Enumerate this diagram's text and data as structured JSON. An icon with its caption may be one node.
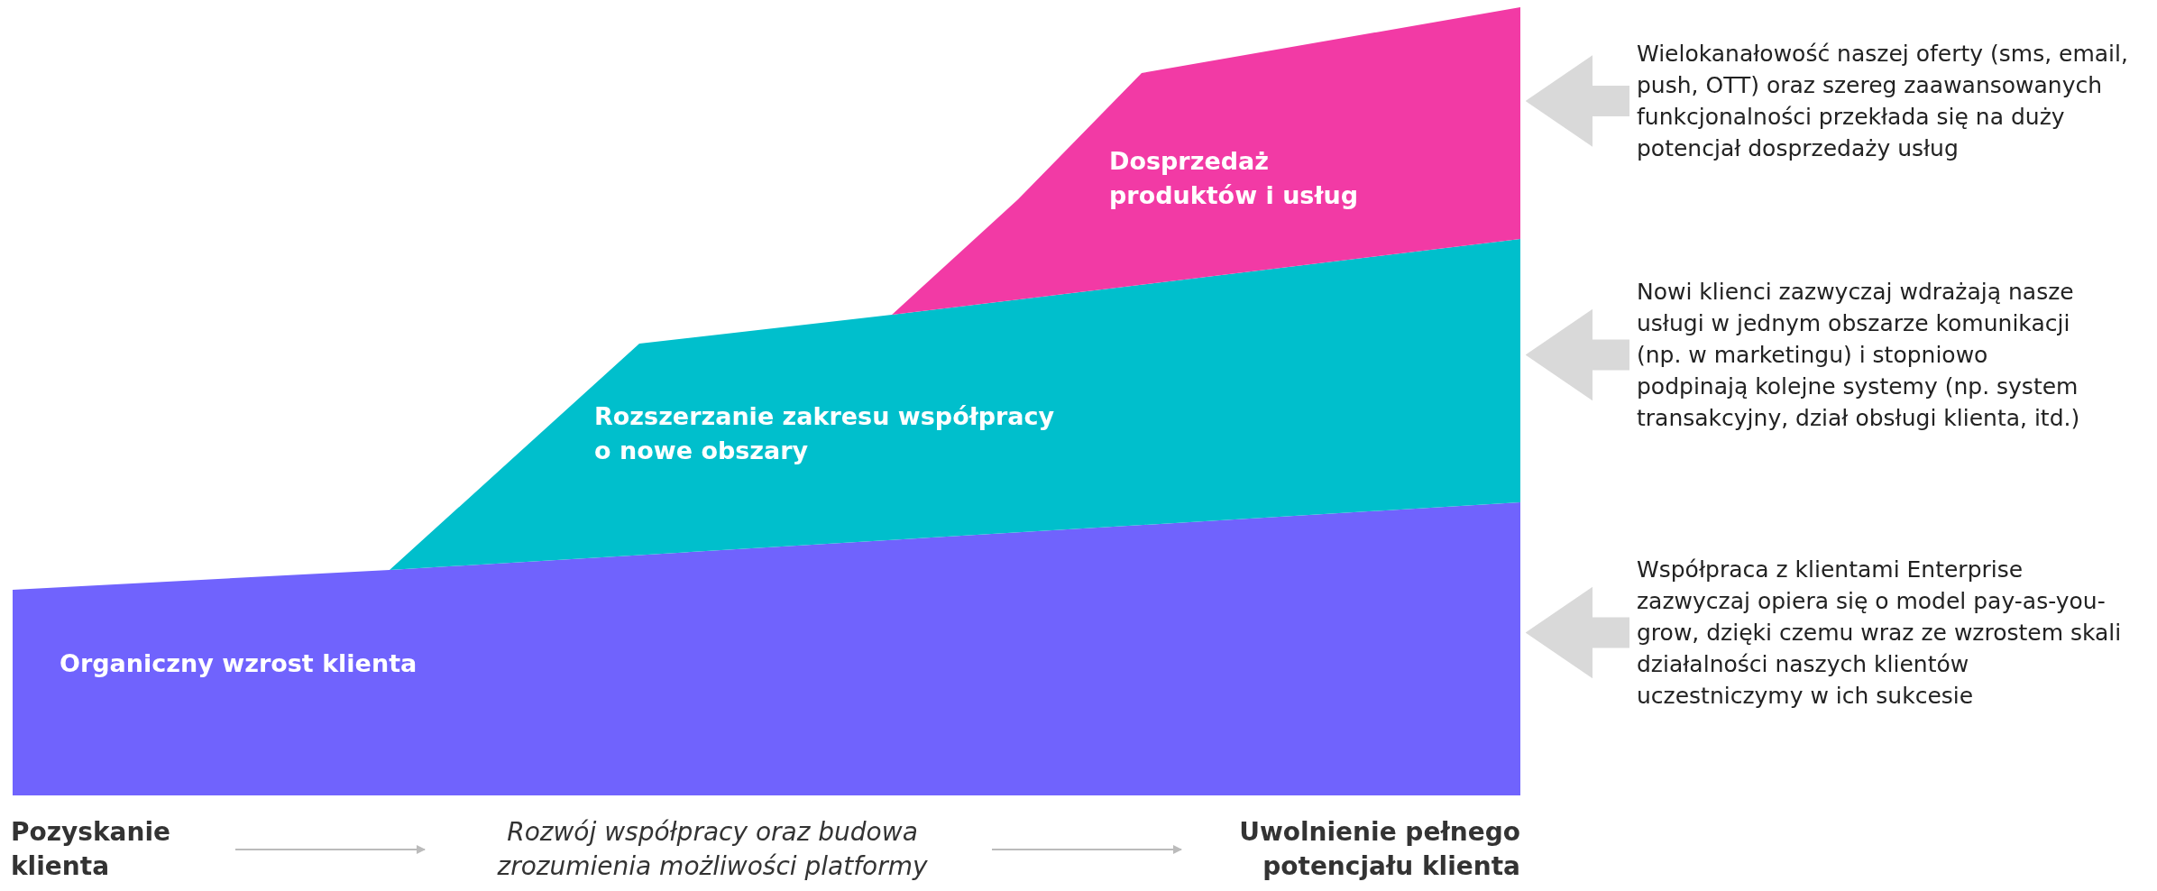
{
  "diagram": {
    "nodes": [
      {
        "text": [
          "Organiczny wzrost klienta"
        ]
      },
      {
        "text": [
          "Rozszerzanie zakresu współpracy o nowe obszary"
        ]
      },
      {
        "text": [
          "Dosprzedaż produktów i usług"
        ]
      },
      {
        "text": [
          "Wielokanałowość naszej oferty (sms, email, push, OTT) oraz szereg zaawansowanych funkcjonalności przekłada się na duży potencjał dosprzedaży usług"
        ]
      },
      {
        "text": [
          "Nowi klienci zazwyczaj wdrażają nasze usługi w jednym obszarze komunikacji (np. w marketingu) i stopniowo podpinają kolejne systemy (np. system transakcyjny, dział obsługi klienta, itd.)"
        ]
      },
      {
        "text": [
          "Współpraca z klientami Enterprise zazwyczaj opiera się o model pay-as-you-grow, dzięki czemu wraz ze wzrostem skali działalności naszych klientów uczestniczymy w ich sukcesie"
        ]
      },
      {
        "text": [
          "Pozyskanie klienta"
        ]
      },
      {
        "text": [
          "Rozwój współpracy oraz budowa zrozumienia możliwości platformy"
        ]
      },
      {
        "text": [
          "Uwolnienie pełnego potencjału klienta"
        ]
      }
    ],
    "edges": [
      {
        "from": 3,
        "to": 2,
        "arrow": "to",
        "color": "#d9d9d9"
      },
      {
        "from": 4,
        "to": 1,
        "arrow": "to",
        "color": "#d9d9d9"
      },
      {
        "from": 5,
        "to": 0,
        "arrow": "to",
        "color": "#d9d9d9"
      },
      {
        "from": 6,
        "to": 7,
        "arrow": "to"
      },
      {
        "from": 7,
        "to": 8,
        "arrow": "to"
      }
    ]
  }
}
